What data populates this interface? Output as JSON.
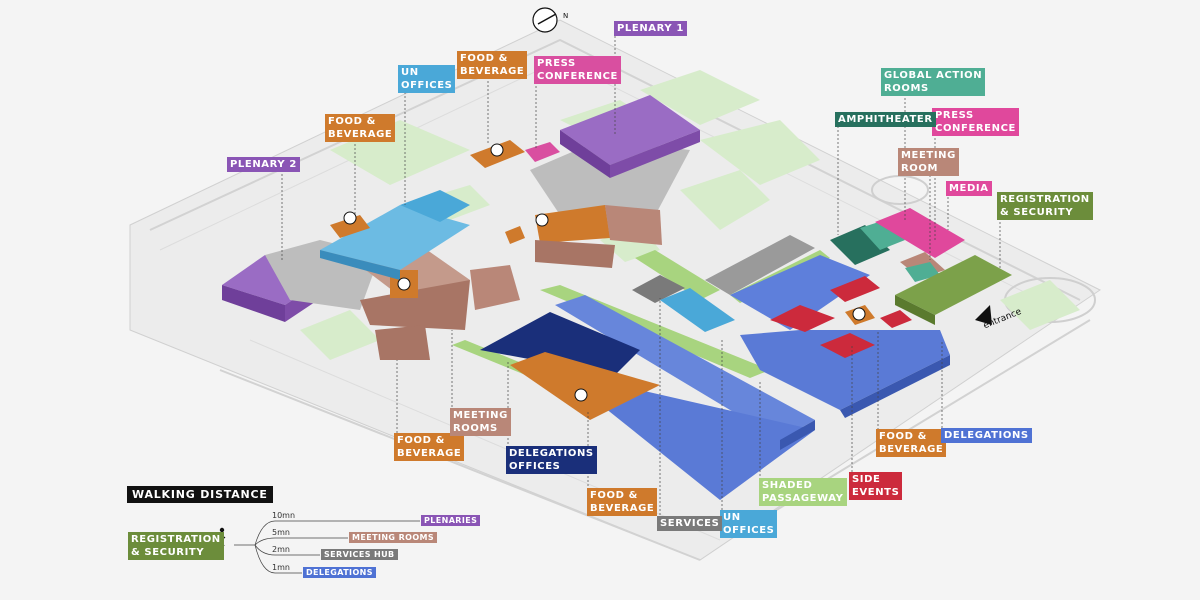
{
  "colors": {
    "plenary": "#8a55b5",
    "food": "#cf7a2c",
    "meeting": "#b98778",
    "un_offices": "#4aa8d8",
    "press": "#d94fa0",
    "global_action": "#4fae94",
    "amphitheater": "#27705e",
    "media": "#e0489c",
    "registration": "#6c8d3b",
    "delegations": "#4f72d4",
    "delegations_offices": "#1a2f7a",
    "services": "#7a7a7a",
    "shaded": "#a8d47f",
    "side_events": "#cc2a3c",
    "black": "#111111"
  },
  "compass": {
    "label": "N"
  },
  "labels": {
    "plenary1": "PLENARY 1",
    "plenary2": "PLENARY 2",
    "food1": "FOOD &\nBEVERAGE",
    "food2": "FOOD &\nBEVERAGE",
    "food3": "FOOD &\nBEVERAGE",
    "food4": "FOOD &\nBEVERAGE",
    "food5": "FOOD &\nBEVERAGE",
    "press1": "PRESS\nCONFERENCE",
    "press2": "PRESS\nCONFERENCE",
    "un1": "UN\nOFFICES",
    "un2": "UN\nOFFICES",
    "global_action": "GLOBAL ACTION\nROOMS",
    "amphitheater": "AMPHITHEATER",
    "meeting_room": "MEETING\nROOM",
    "meeting_rooms": "MEETING\nROOMS",
    "media": "MEDIA",
    "registration": "REGISTRATION\n& SECURITY",
    "delegations": "DELEGATIONS",
    "delegations_offices": "DELEGATIONS\nOFFICES",
    "services": "SERVICES",
    "shaded": "SHADED\nPASSAGEWAY",
    "side_events": "SIDE\nEVENTS",
    "entrance": "entrance"
  },
  "legend": {
    "title": "WALKING DISTANCE",
    "origin": "REGISTRATION\n& SECURITY",
    "rows": [
      {
        "time": "10mn",
        "dest": "PLENARIES"
      },
      {
        "time": "5mn",
        "dest": "MEETING ROOMS"
      },
      {
        "time": "2mn",
        "dest": "SERVICES HUB"
      },
      {
        "time": "1mn",
        "dest": "DELEGATIONS"
      }
    ]
  }
}
